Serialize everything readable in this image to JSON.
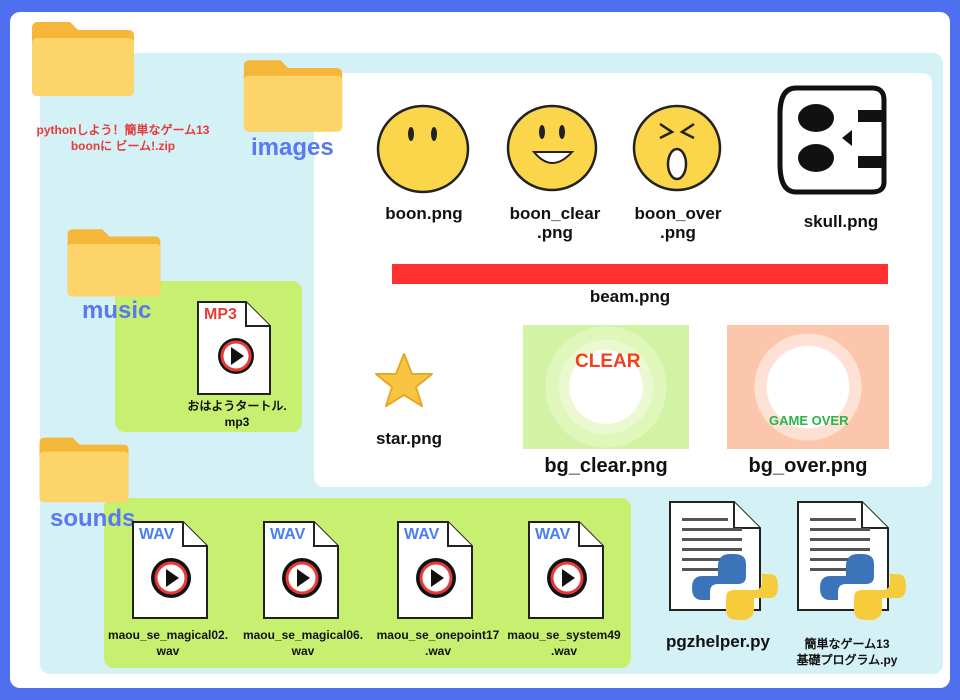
{
  "zip": {
    "line1": "pythonしよう！簡単なゲーム13",
    "line2": "boonに ビーム!.zip"
  },
  "folders": {
    "images": "images",
    "music": "music",
    "sounds": "sounds"
  },
  "images": {
    "boon": "boon.png",
    "boon_clear_1": "boon_clear",
    "boon_clear_2": ".png",
    "boon_over_1": "boon_over",
    "boon_over_2": ".png",
    "skull": "skull.png",
    "beam": "beam.png",
    "star": "star.png",
    "bg_clear": "bg_clear.png",
    "bg_clear_text": "CLEAR",
    "bg_over": "bg_over.png",
    "bg_over_text": "GAME OVER"
  },
  "music": {
    "badge": "MP3",
    "name1": "おはようタートル.",
    "name2": "mp3"
  },
  "sounds": [
    {
      "badge": "WAV",
      "name1": "maou_se_magical02.",
      "name2": "wav"
    },
    {
      "badge": "WAV",
      "name1": "maou_se_magical06.",
      "name2": "wav"
    },
    {
      "badge": "WAV",
      "name1": "maou_se_onepoint17",
      "name2": ".wav"
    },
    {
      "badge": "WAV",
      "name1": "maou_se_system49",
      "name2": ".wav"
    }
  ],
  "scripts": [
    {
      "name1": "pgzhelper.py",
      "name2": ""
    },
    {
      "name1": "簡単なゲーム13",
      "name2": "基礎プログラム.py"
    }
  ],
  "colors": {
    "background": "#4d6ff0",
    "folder_label": "#5a78f0",
    "zip_label": "#e83a3a",
    "green_panel": "#c7f070",
    "beam": "#ff3030"
  }
}
